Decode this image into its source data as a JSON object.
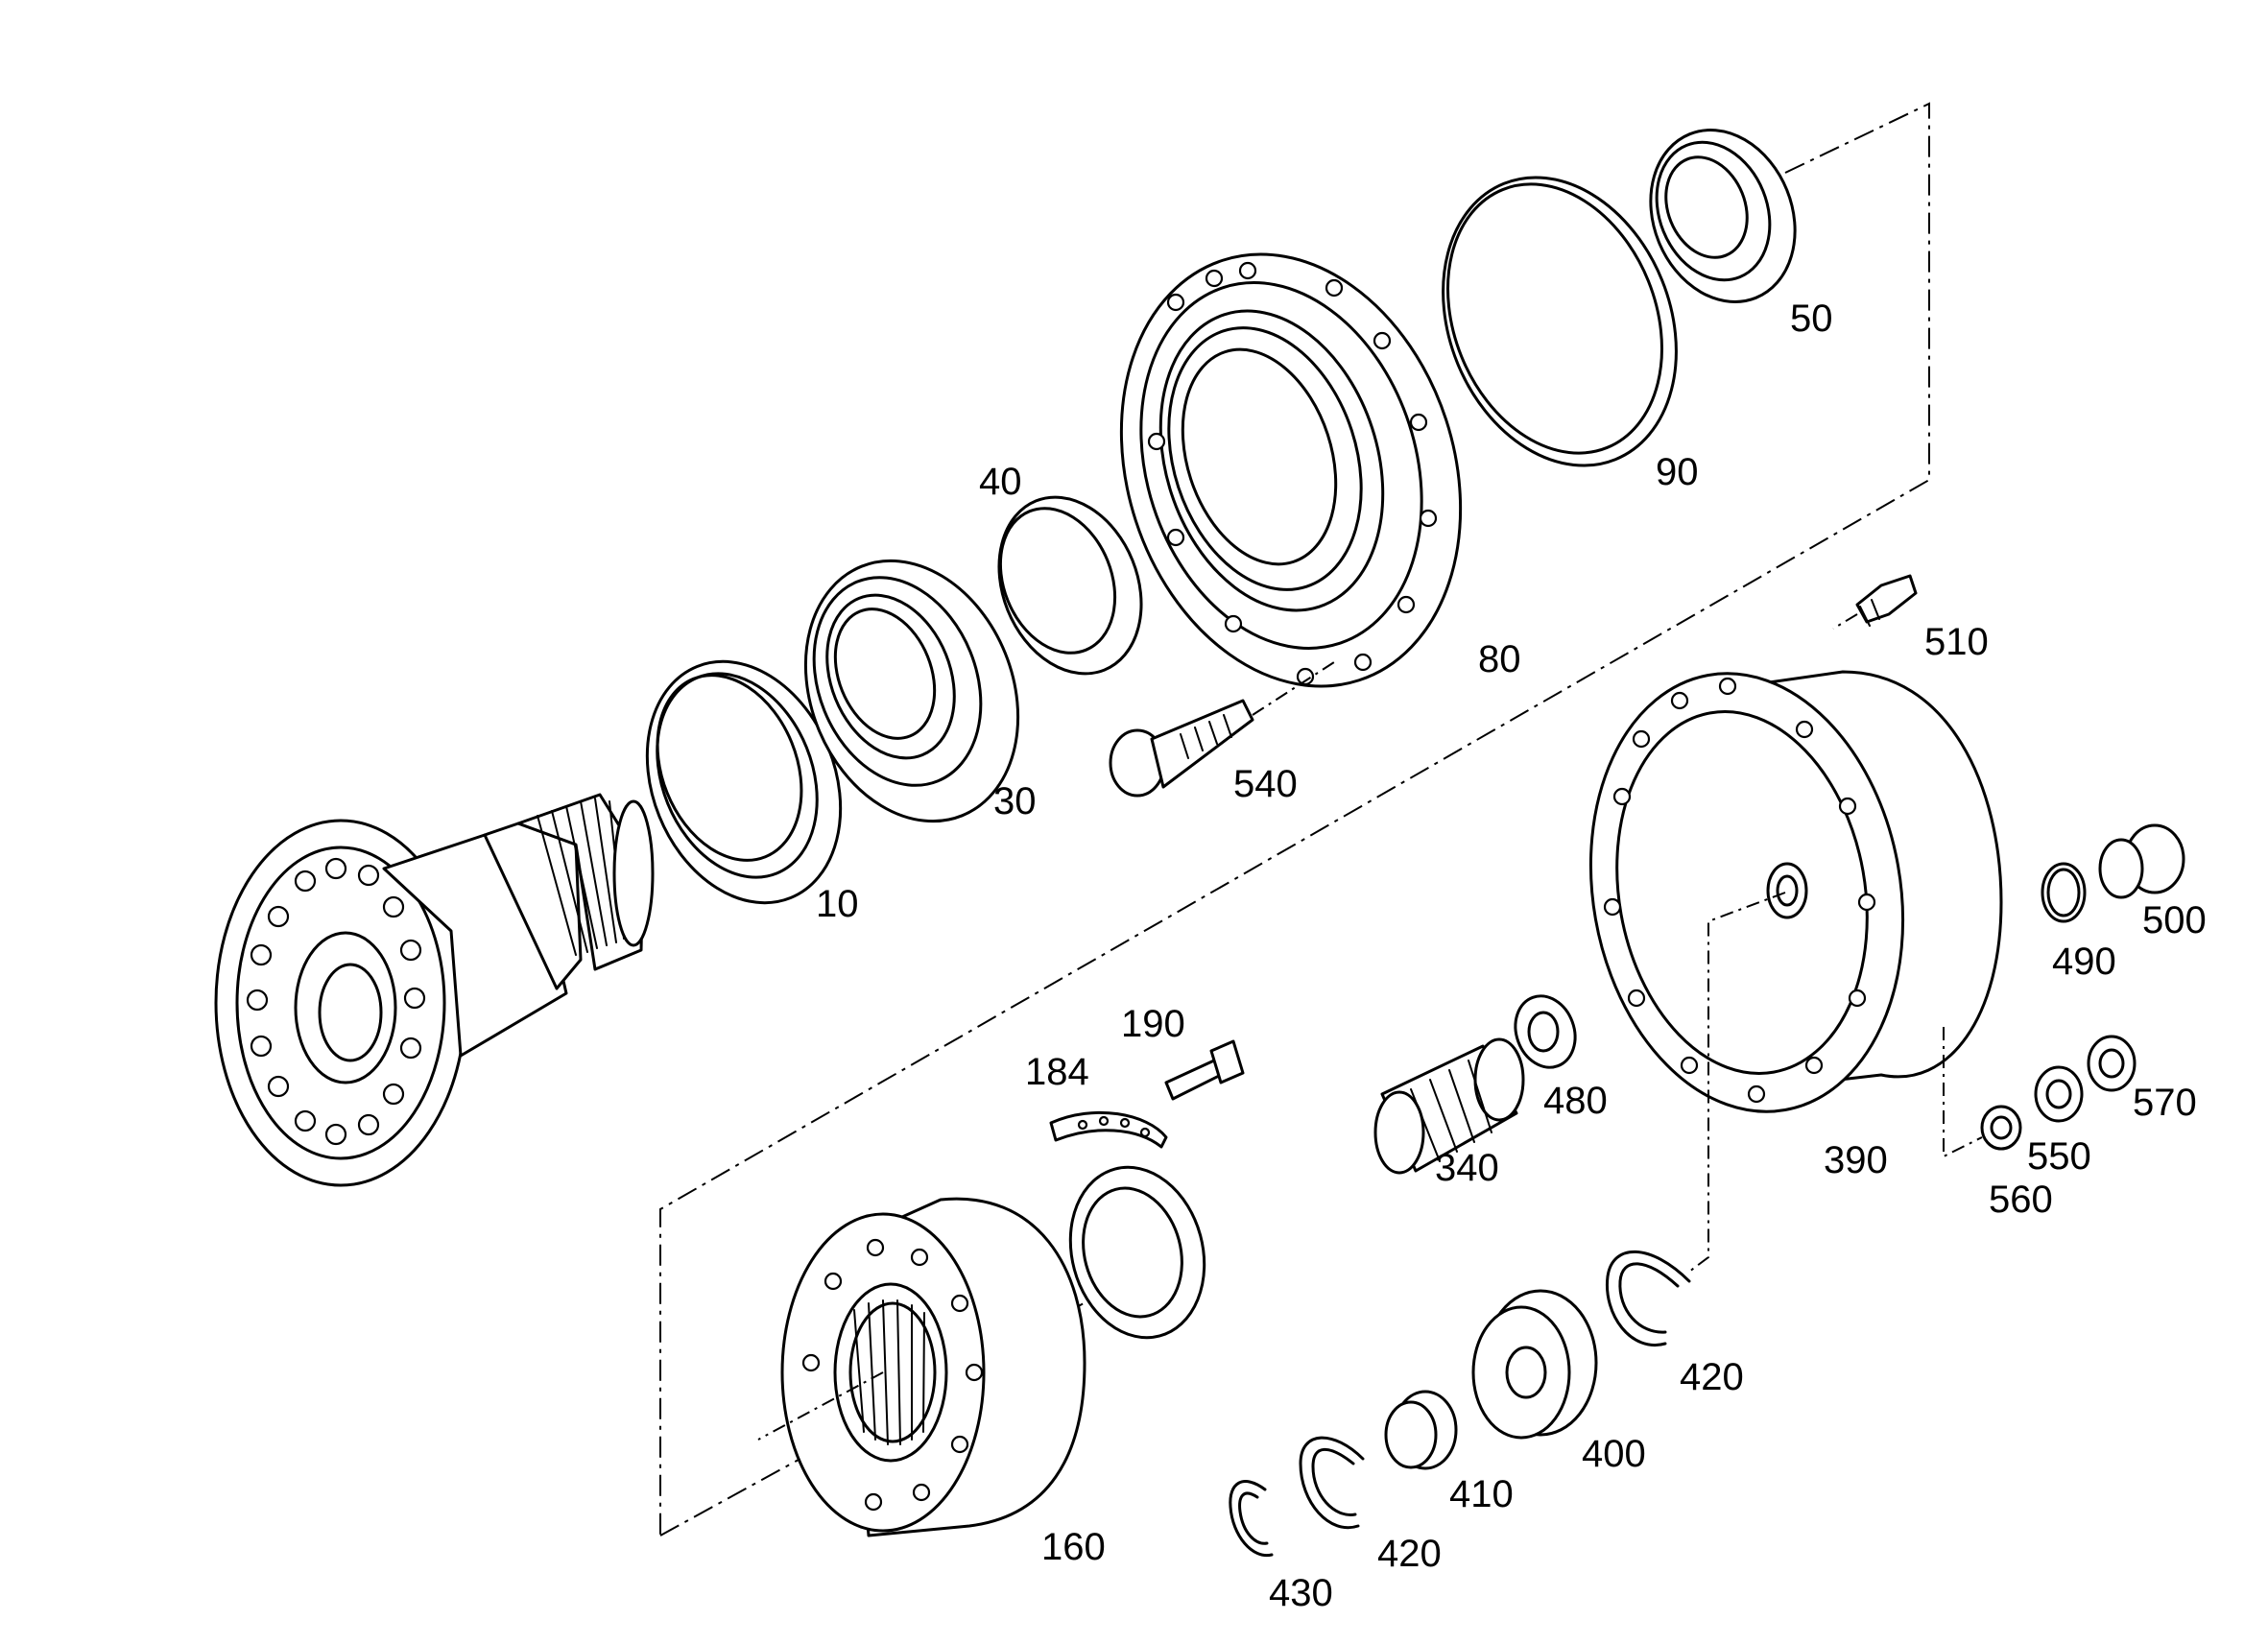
{
  "callouts": [
    {
      "id": "p10",
      "label": "10"
    },
    {
      "id": "p30",
      "label": "30"
    },
    {
      "id": "p40",
      "label": "40"
    },
    {
      "id": "p50",
      "label": "50"
    },
    {
      "id": "p80",
      "label": "80"
    },
    {
      "id": "p90",
      "label": "90"
    },
    {
      "id": "p160",
      "label": "160"
    },
    {
      "id": "p184",
      "label": "184"
    },
    {
      "id": "p190",
      "label": "190"
    },
    {
      "id": "p340",
      "label": "340"
    },
    {
      "id": "p390",
      "label": "390"
    },
    {
      "id": "p400",
      "label": "400"
    },
    {
      "id": "p410",
      "label": "410"
    },
    {
      "id": "p420a",
      "label": "420"
    },
    {
      "id": "p420b",
      "label": "420"
    },
    {
      "id": "p430",
      "label": "430"
    },
    {
      "id": "p480",
      "label": "480"
    },
    {
      "id": "p490",
      "label": "490"
    },
    {
      "id": "p500",
      "label": "500"
    },
    {
      "id": "p510",
      "label": "510"
    },
    {
      "id": "p540",
      "label": "540"
    },
    {
      "id": "p550",
      "label": "550"
    },
    {
      "id": "p560",
      "label": "560"
    },
    {
      "id": "p570",
      "label": "570"
    }
  ]
}
